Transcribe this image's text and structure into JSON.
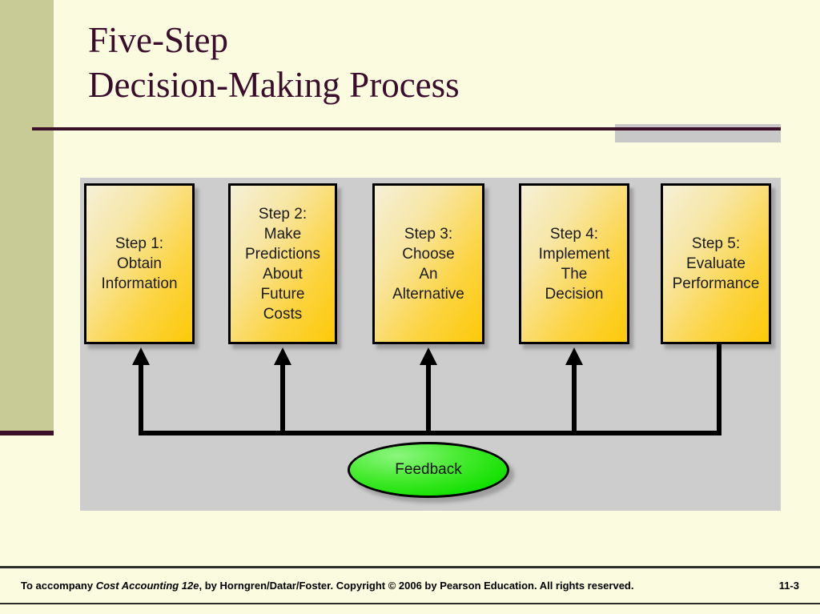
{
  "slide": {
    "title_lines": [
      "Five-Step",
      "Decision-Making Process"
    ],
    "background_color": "#fbfbdf",
    "accent_color": "#3b0d2c",
    "band_color": "#c8cb95",
    "panel_color": "#cdcdcd"
  },
  "diagram": {
    "type": "process-flow",
    "box_fill_start": "#f5f0d8",
    "box_fill_end": "#fcc908",
    "feedback_fill": "#13e000",
    "steps": [
      {
        "id": "step-1",
        "label": "Step 1:\nObtain\nInformation"
      },
      {
        "id": "step-2",
        "label": "Step 2:\nMake\nPredictions\nAbout\nFuture\nCosts"
      },
      {
        "id": "step-3",
        "label": "Step 3:\nChoose\nAn\nAlternative"
      },
      {
        "id": "step-4",
        "label": "Step 4:\nImplement\nThe\nDecision"
      },
      {
        "id": "step-5",
        "label": "Step 5:\nEvaluate\nPerformance"
      }
    ],
    "feedback": {
      "label": "Feedback"
    }
  },
  "footer": {
    "prefix": "To accompany ",
    "italic_title": "Cost Accounting 12e",
    "suffix": ", by Horngren/Datar/Foster. Copyright © 2006 by Pearson Education. All rights reserved.",
    "page_number": "11-3"
  }
}
